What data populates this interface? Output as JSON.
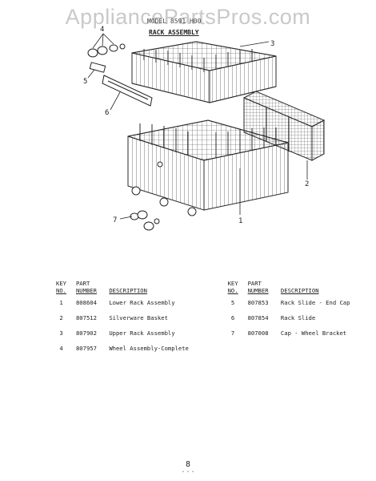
{
  "watermark": "AppliancePartsPros.com",
  "header": {
    "model_line": "MODEL 8591 H00",
    "section_title": "RACK ASSEMBLY"
  },
  "callouts": [
    "1",
    "2",
    "3",
    "4",
    "5",
    "6",
    "7"
  ],
  "parts_table": {
    "headers": {
      "key_line1": "KEY",
      "key_line2": "NO.",
      "part_line1": "PART",
      "part_line2": "NUMBER",
      "description": "DESCRIPTION"
    },
    "rows": [
      {
        "left": {
          "key": "1",
          "part": "808604",
          "description": "Lower Rack Assembly"
        },
        "right": {
          "key": "5",
          "part": "807853",
          "description": "Rack Slide - End Cap"
        }
      },
      {
        "left": {
          "key": "2",
          "part": "807512",
          "description": "Silverware Basket"
        },
        "right": {
          "key": "6",
          "part": "807854",
          "description": "Rack Slide"
        }
      },
      {
        "left": {
          "key": "3",
          "part": "807902",
          "description": "Upper Rack Assembly"
        },
        "right": {
          "key": "7",
          "part": "807008",
          "description": "Cap - Wheel Bracket"
        }
      },
      {
        "left": {
          "key": "4",
          "part": "807957",
          "description": "Wheel Assembly-Complete"
        },
        "right": {
          "key": "",
          "part": "",
          "description": ""
        }
      }
    ]
  },
  "footer": {
    "page_number": "8",
    "page_mark": "• • •"
  }
}
